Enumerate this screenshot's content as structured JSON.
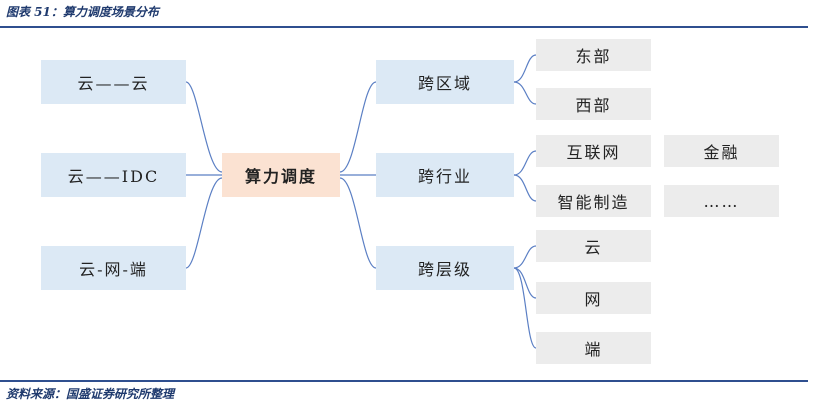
{
  "figure_title": "图表 51：算力调度场景分布",
  "source": "资料来源：国盛证券研究所整理",
  "center": "算力调度",
  "left_nodes": [
    "云——云",
    "云——IDC",
    "云-网-端"
  ],
  "mid_nodes": [
    "跨区域",
    "跨行业",
    "跨层级"
  ],
  "right_nodes": {
    "region": [
      "东部",
      "西部"
    ],
    "industry": [
      "互联网",
      "智能制造"
    ],
    "level": [
      "云",
      "网",
      "端"
    ]
  },
  "extra_nodes": [
    "金融",
    "……"
  ],
  "colors": {
    "left_mid": "#dce9f5",
    "center": "#fbe2d2",
    "leaf": "#ececec",
    "line": "#5b7fc4",
    "rule": "#2f4f8f"
  }
}
